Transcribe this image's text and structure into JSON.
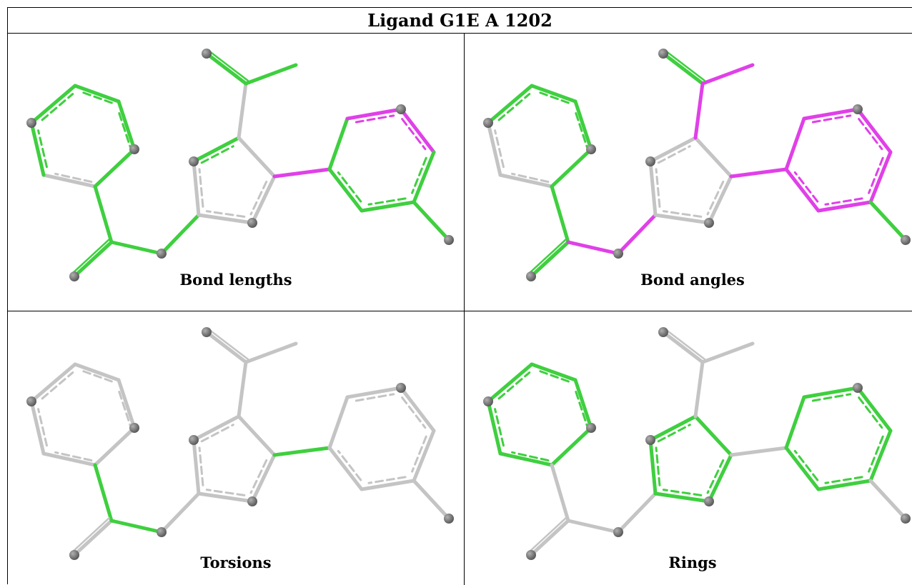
{
  "title": "Ligand G1E A 1202",
  "colors": {
    "default": "#c4c4c4",
    "green": "#3fcf3f",
    "magenta": "#e040e8",
    "atom": "#6e6e6e"
  },
  "panels": [
    {
      "caption": "Bond lengths"
    },
    {
      "caption": "Bond angles"
    },
    {
      "caption": "Torsions"
    },
    {
      "caption": "Rings"
    }
  ]
}
